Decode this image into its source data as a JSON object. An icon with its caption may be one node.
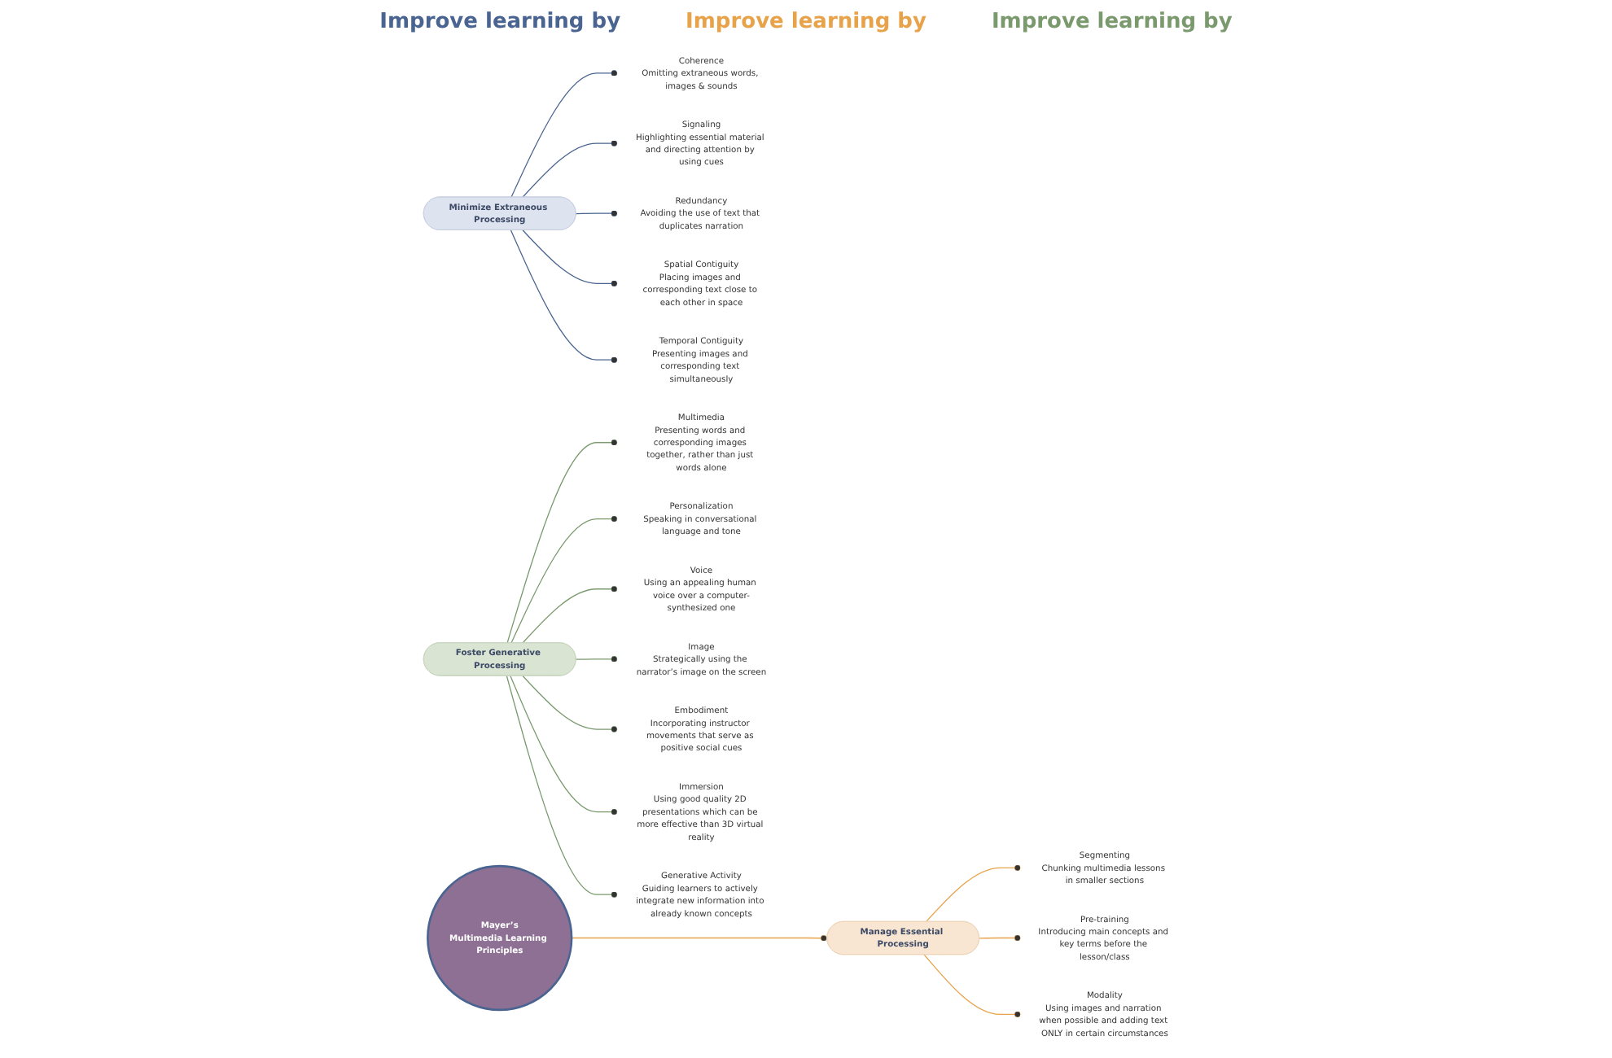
{
  "diagram": {
    "nodes": [
      {
        "text": [
          "Minimize Extraneous Processing"
        ]
      },
      {
        "text": [
          "Mayer’s",
          "Multimedia Learning Principles"
        ]
      },
      {
        "text": [
          "Foster Generative Processing"
        ]
      },
      {
        "text": [
          "Coherence",
          "Omitting extraneous words, images & sounds"
        ]
      },
      {
        "text": [
          "Signaling",
          "Highlighting essential material and directing attention by using cues"
        ]
      },
      {
        "text": [
          "Redundancy",
          "Avoiding the use of text that duplicates narration"
        ]
      },
      {
        "text": [
          "Spatial Contiguity",
          "Placing images and corresponding text close to each other in space"
        ]
      },
      {
        "text": [
          "Temporal Contiguity",
          "Presenting images and corresponding text simultaneously"
        ]
      },
      {
        "text": [
          "Manage Essential Processing"
        ]
      },
      {
        "text": [
          "Segmenting",
          "Chunking multimedia lessons in smaller sections"
        ]
      },
      {
        "text": [
          "Pre-training",
          "Introducing main concepts and key terms before the lesson/class"
        ]
      },
      {
        "text": [
          "Modality",
          "Using images and narration when possible and adding text ONLY in certain circumstances"
        ]
      },
      {
        "text": [
          "Multimedia",
          "Presenting words and corresponding images together, rather than just words alone"
        ]
      },
      {
        "text": [
          "Personalization",
          "Speaking in conversational language and tone"
        ]
      },
      {
        "text": [
          "Voice",
          "Using an appealing human voice over a computer-synthesized one"
        ]
      },
      {
        "text": [
          "Image",
          "Strategically using the narrator’s image on the screen"
        ]
      },
      {
        "text": [
          "Embodiment",
          "Incorporating instructor movements that serve as positive social cues"
        ]
      },
      {
        "text": [
          "Immersion",
          "Using good quality 2D presentations which can be more effective than 3D virtual reality"
        ]
      },
      {
        "text": [
          "Generative Activity",
          "Guiding learners to actively integrate new information into already known concepts"
        ]
      }
    ],
    "edges": [
      {
        "from": 1,
        "to": 8,
        "arrow": "other",
        "color": "#e8a24a"
      },
      {
        "from": 0,
        "to": 3,
        "arrow": "other",
        "color": "#4a6491"
      },
      {
        "from": 0,
        "to": 4,
        "arrow": "other",
        "color": "#4a6491"
      },
      {
        "from": 0,
        "to": 5,
        "arrow": "other",
        "color": "#4a6491"
      },
      {
        "from": 0,
        "to": 6,
        "arrow": "other",
        "color": "#4a6491"
      },
      {
        "from": 0,
        "to": 7,
        "arrow": "other",
        "color": "#4a6491"
      },
      {
        "from": 8,
        "to": 9,
        "arrow": "other",
        "color": "#e8a24a"
      },
      {
        "from": 8,
        "to": 10,
        "arrow": "other",
        "color": "#e8a24a"
      },
      {
        "from": 8,
        "to": 11,
        "arrow": "other",
        "color": "#e8a24a"
      },
      {
        "from": 2,
        "to": 12,
        "arrow": "other"
      },
      {
        "from": 2,
        "to": 13,
        "arrow": "other"
      },
      {
        "from": 2,
        "to": 14,
        "arrow": "other"
      },
      {
        "from": 2,
        "to": 15,
        "arrow": "other"
      },
      {
        "from": 2,
        "to": 16,
        "arrow": "other"
      },
      {
        "from": 2,
        "to": 17,
        "arrow": "other"
      },
      {
        "from": 2,
        "to": 18,
        "arrow": "other"
      }
    ],
    "labels": [
      "Improve learning by",
      "Improve learning by",
      "Improve learning by"
    ]
  }
}
